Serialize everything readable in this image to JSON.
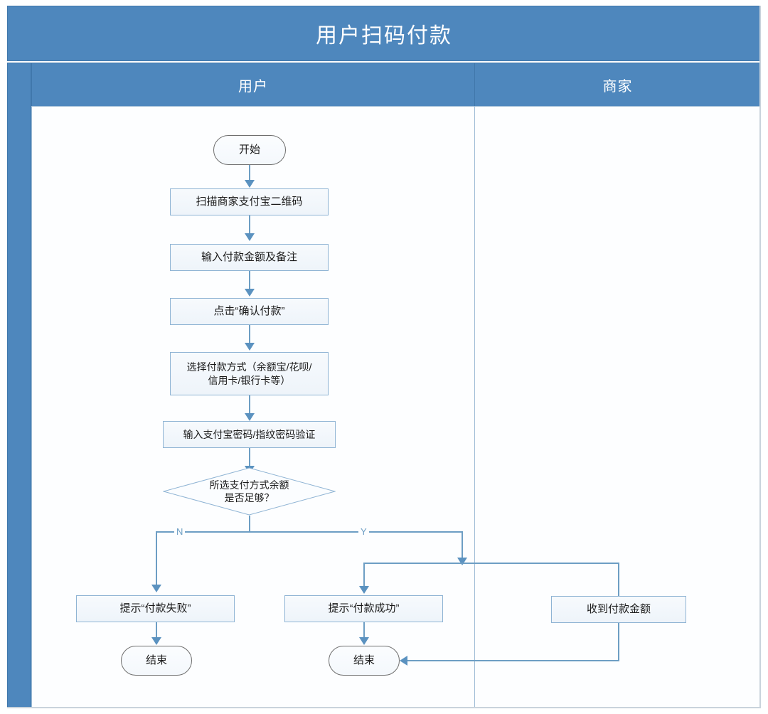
{
  "diagram": {
    "title": "用户扫码付款",
    "type": "flowchart",
    "lanes": [
      {
        "id": "user",
        "label": "用户"
      },
      {
        "id": "merchant",
        "label": "商家"
      }
    ],
    "colors": {
      "header_blue": "#4e87bd",
      "header_border": "#4077ab",
      "node_fill": "#eef4fa",
      "node_border": "#8fb4d4",
      "connector": "#6d9ec4",
      "arrow": "#5b92c0",
      "title_text": "#ffffff",
      "node_text": "#1a1a1a",
      "lane_body": "#fdfeff"
    },
    "nodes": [
      {
        "id": "start",
        "lane": "user",
        "shape": "terminator",
        "text": "开始"
      },
      {
        "id": "scan",
        "lane": "user",
        "shape": "process",
        "text": "扫描商家支付宝二维码"
      },
      {
        "id": "amount",
        "lane": "user",
        "shape": "process",
        "text": "输入付款金额及备注"
      },
      {
        "id": "confirm",
        "lane": "user",
        "shape": "process",
        "text": "点击“确认付款”"
      },
      {
        "id": "method",
        "lane": "user",
        "shape": "process",
        "text": "选择付款方式（余额宝/花呗/\n信用卡/银行卡等）"
      },
      {
        "id": "verify",
        "lane": "user",
        "shape": "process",
        "text": "输入支付宝密码/指纹密码验证"
      },
      {
        "id": "decision",
        "lane": "user",
        "shape": "decision",
        "text": "所选支付方式余额\n是否足够？"
      },
      {
        "id": "fail",
        "lane": "user",
        "shape": "process",
        "text": "提示“付款失败”"
      },
      {
        "id": "success",
        "lane": "user",
        "shape": "process",
        "text": "提示“付款成功”"
      },
      {
        "id": "end-fail",
        "lane": "user",
        "shape": "terminator",
        "text": "结束"
      },
      {
        "id": "end-success",
        "lane": "user",
        "shape": "terminator",
        "text": "结束"
      },
      {
        "id": "received",
        "lane": "merchant",
        "shape": "process",
        "text": "收到付款金额"
      }
    ],
    "branch_labels": {
      "no": "N",
      "yes": "Y"
    },
    "edges": [
      {
        "from": "start",
        "to": "scan"
      },
      {
        "from": "scan",
        "to": "amount"
      },
      {
        "from": "amount",
        "to": "confirm"
      },
      {
        "from": "confirm",
        "to": "method"
      },
      {
        "from": "method",
        "to": "verify"
      },
      {
        "from": "verify",
        "to": "decision"
      },
      {
        "from": "decision",
        "to": "fail",
        "label": "N"
      },
      {
        "from": "decision",
        "to": "success",
        "label": "Y"
      },
      {
        "from": "decision",
        "to": "received",
        "label": "Y"
      },
      {
        "from": "fail",
        "to": "end-fail"
      },
      {
        "from": "success",
        "to": "end-success"
      },
      {
        "from": "received",
        "to": "end-success"
      }
    ]
  }
}
